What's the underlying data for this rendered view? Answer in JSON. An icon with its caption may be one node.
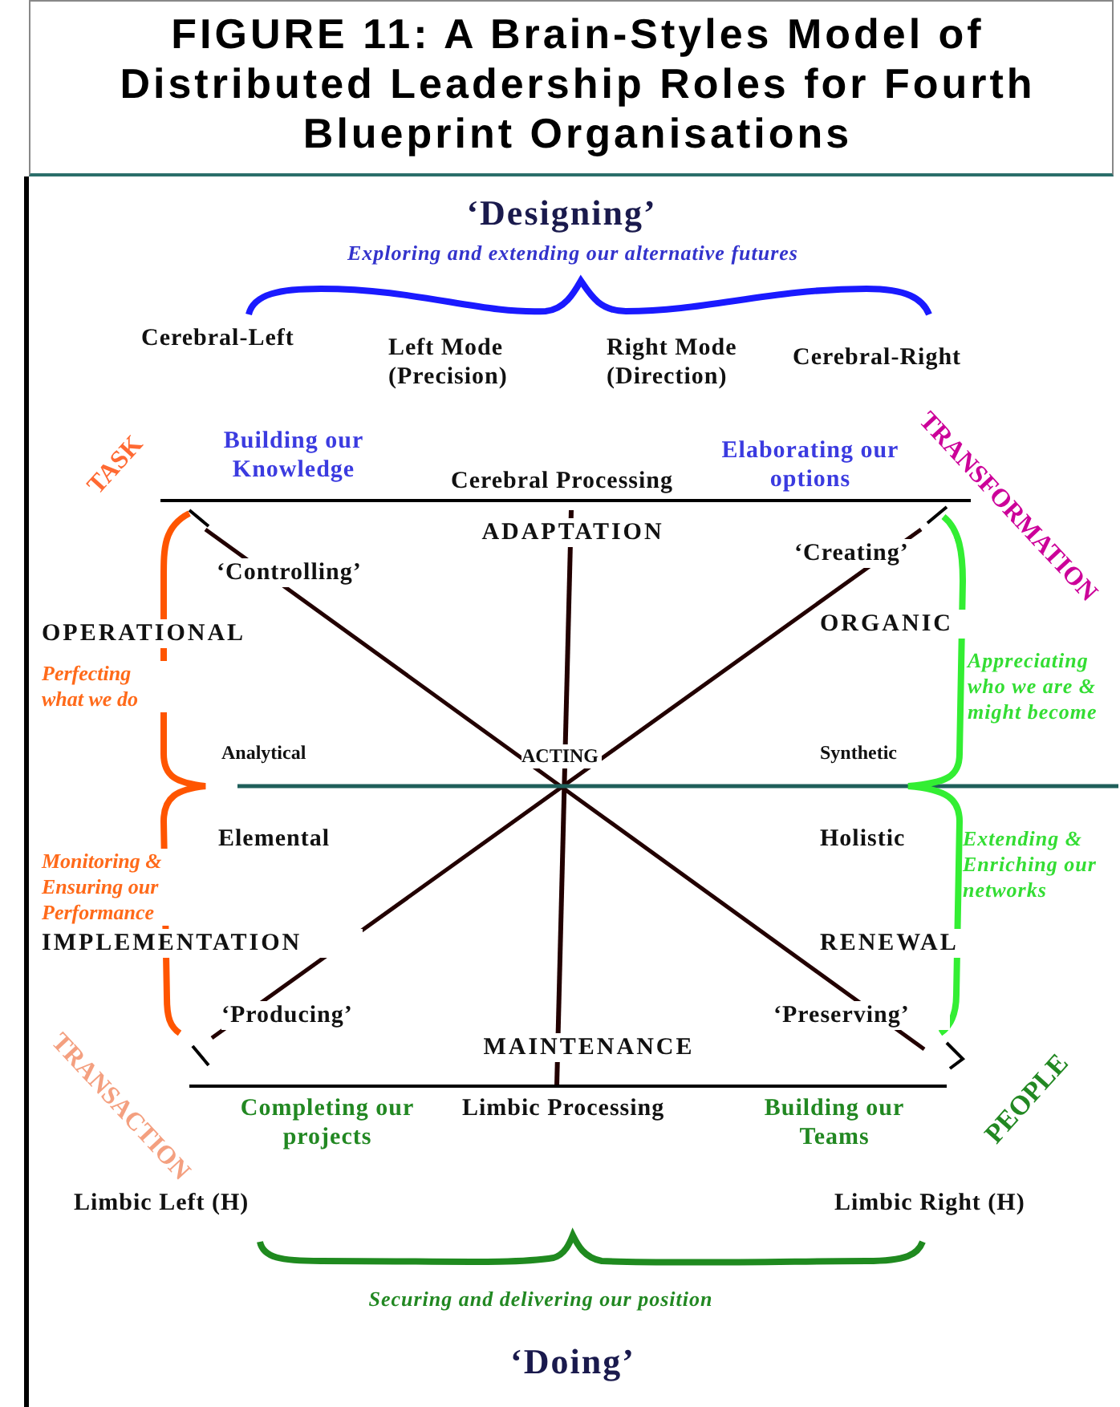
{
  "diagram": {
    "title": "FIGURE 11: A Brain-Styles Model of Distributed Leadership Roles for Fourth Blueprint Organisations",
    "labels": [
      "‘Designing’",
      "Exploring and extending our alternative futures",
      "Cerebral-Left",
      "Left Mode (Precision)",
      "Right Mode (Direction)",
      "Cerebral-Right",
      "TASK",
      "Building our Knowledge",
      "Elaborating our options",
      "TRANSFORMATION",
      "Cerebral Processing",
      "ADAPTATION",
      "‘Controlling’",
      "‘Creating’",
      "OPERATIONAL",
      "ORGANIC",
      "Perfecting what we do",
      "Appreciating who we are & might become",
      "Analytical",
      "ACTING",
      "Synthetic",
      "Elemental",
      "Holistic",
      "Monitoring & Ensuring our Performance",
      "Extending & Enriching our networks",
      "IMPLEMENTATION",
      "RENEWAL",
      "‘Producing’",
      "‘Preserving’",
      "MAINTENANCE",
      "TRANSACTION",
      "Completing our projects",
      "Limbic Processing",
      "Building our Teams",
      "PEOPLE",
      "Limbic Left (H)",
      "Limbic Right (H)",
      "Securing and delivering our position",
      "‘Doing’"
    ]
  }
}
